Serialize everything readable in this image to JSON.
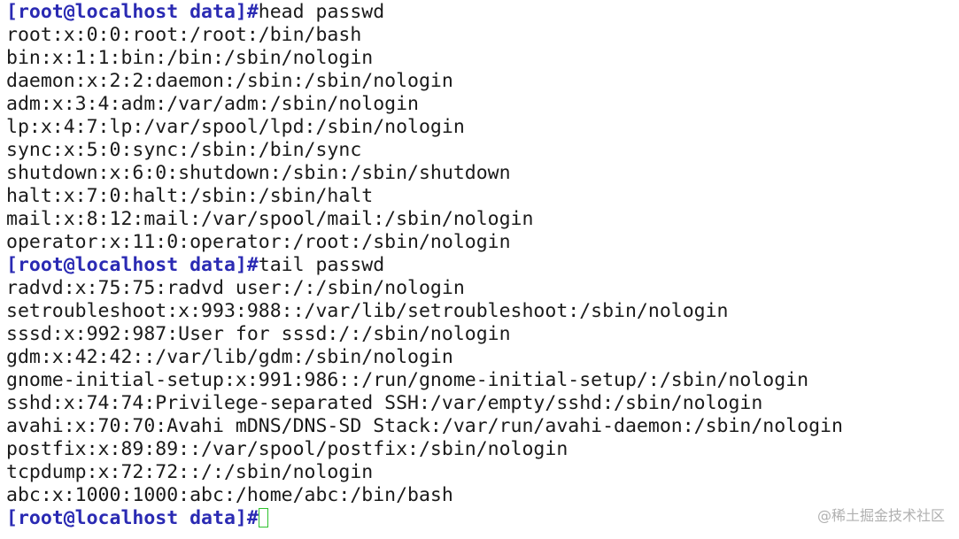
{
  "terminal": {
    "prompt": "[root@localhost data]#",
    "command1": "head passwd",
    "head_output": [
      "root:x:0:0:root:/root:/bin/bash",
      "bin:x:1:1:bin:/bin:/sbin/nologin",
      "daemon:x:2:2:daemon:/sbin:/sbin/nologin",
      "adm:x:3:4:adm:/var/adm:/sbin/nologin",
      "lp:x:4:7:lp:/var/spool/lpd:/sbin/nologin",
      "sync:x:5:0:sync:/sbin:/bin/sync",
      "shutdown:x:6:0:shutdown:/sbin:/sbin/shutdown",
      "halt:x:7:0:halt:/sbin:/sbin/halt",
      "mail:x:8:12:mail:/var/spool/mail:/sbin/nologin",
      "operator:x:11:0:operator:/root:/sbin/nologin"
    ],
    "command2": "tail passwd",
    "tail_output": [
      "radvd:x:75:75:radvd user:/:/sbin/nologin",
      "setroubleshoot:x:993:988::/var/lib/setroubleshoot:/sbin/nologin",
      "sssd:x:992:987:User for sssd:/:/sbin/nologin",
      "gdm:x:42:42::/var/lib/gdm:/sbin/nologin",
      "gnome-initial-setup:x:991:986::/run/gnome-initial-setup/:/sbin/nologin",
      "sshd:x:74:74:Privilege-separated SSH:/var/empty/sshd:/sbin/nologin",
      "avahi:x:70:70:Avahi mDNS/DNS-SD Stack:/var/run/avahi-daemon:/sbin/nologin",
      "postfix:x:89:89::/var/spool/postfix:/sbin/nologin",
      "tcpdump:x:72:72::/:/sbin/nologin",
      "abc:x:1000:1000:abc:/home/abc:/bin/bash"
    ]
  },
  "watermark": "@稀土掘金技术社区",
  "colors": {
    "prompt": "#2a2ab3",
    "text": "#1a1a1a",
    "cursor": "#2ec22e",
    "background": "#ffffff"
  }
}
